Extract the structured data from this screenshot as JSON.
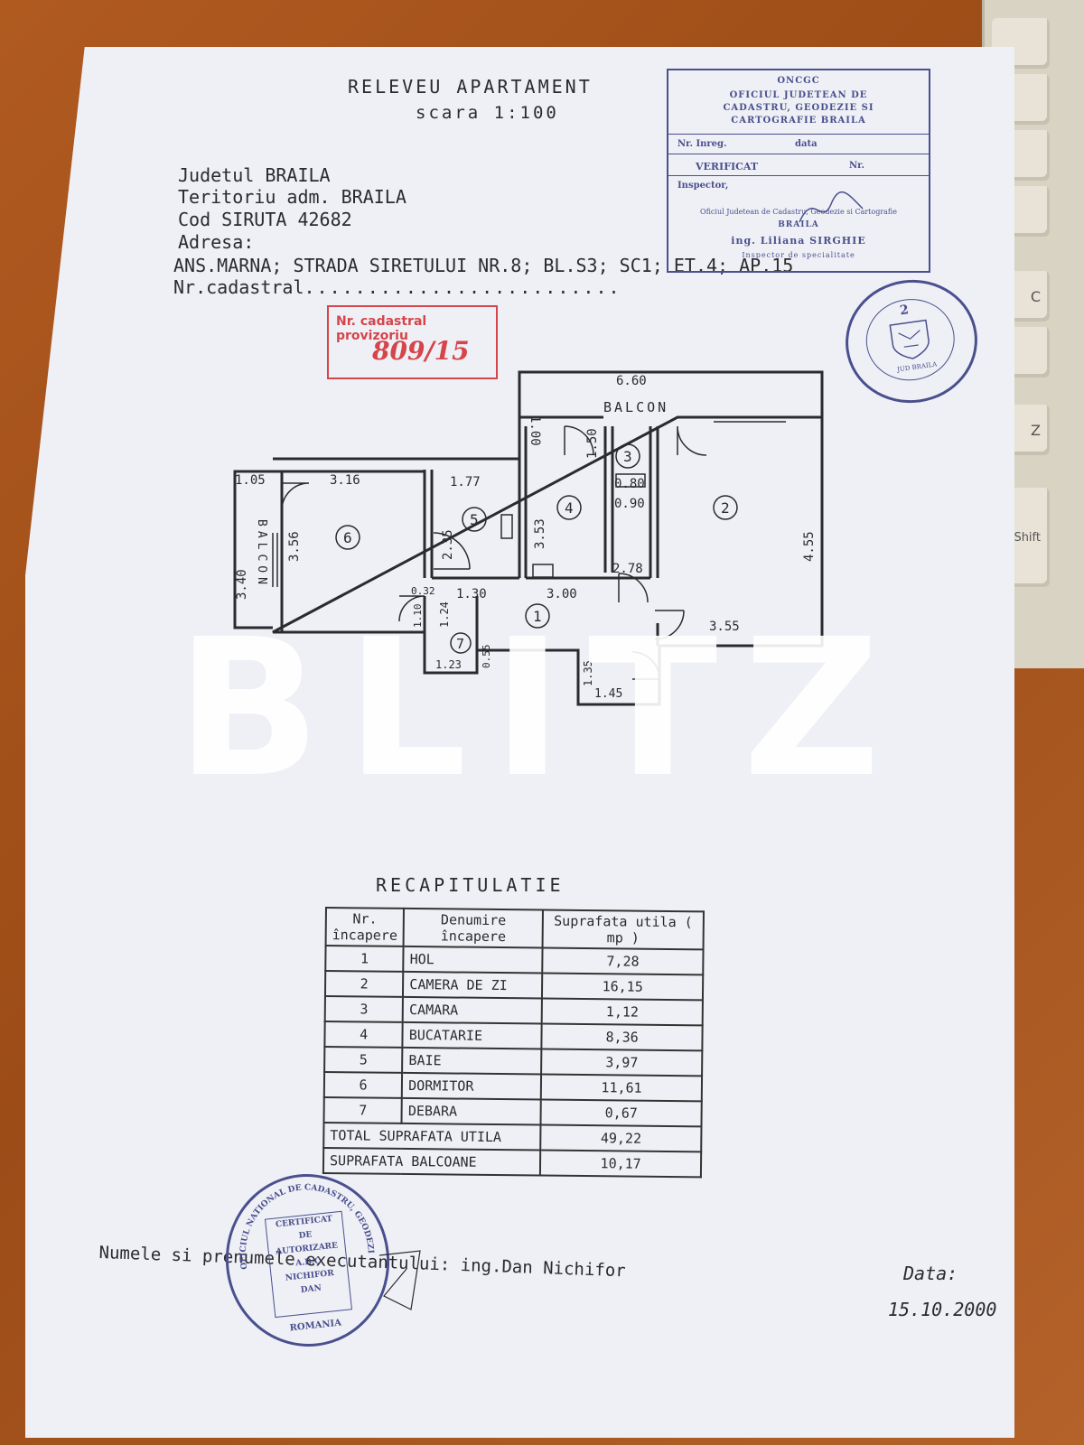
{
  "header": {
    "title": "RELEVEU APARTAMENT",
    "scale": "scara 1:100"
  },
  "location": {
    "judet": "Judetul BRAILA",
    "teritoriu": "Teritoriu adm. BRAILA",
    "siruta": "Cod SIRUTA 42682",
    "adresa_label": "Adresa:",
    "adresa": "ANS.MARNA; STRADA SIRETULUI  NR.8; BL.S3; SC1; ET.4; AP.15",
    "nr_cadastral": "Nr.cadastral"
  },
  "stamp_oncgc": {
    "l1": "ONCGC",
    "l2": "OFICIUL JUDETEAN DE",
    "l3": "CADASTRU, GEODEZIE SI",
    "l4": "CARTOGRAFIE BRAILA",
    "nr_inreg": "Nr. Inreg.",
    "data": "data",
    "verifica": "VERIFICAT",
    "nr": "Nr.",
    "inspector": "Inspector,",
    "oficiu": "Oficiul Judetean de Cadastru, Geodezie si Cartografie",
    "oras": "BRAILA",
    "nume": "ing. Liliana SIRGHIE",
    "functie": "Inspector de specialitate"
  },
  "stamp_provizoriu": {
    "label": "Nr. cadastral provizoriu",
    "value": "809/15"
  },
  "plan": {
    "balcon": "BALCON",
    "dims": {
      "d660": "6.60",
      "d100": "1.00",
      "d105": "1.05",
      "d316": "3.16",
      "d177": "1.77",
      "d150": "1.50",
      "d080": "0.80",
      "d090": "0.90",
      "d235": "2.35",
      "d353": "3.53",
      "d356": "3.56",
      "d340": "3.40",
      "d278": "2.78",
      "d455": "4.55",
      "d130": "1.30",
      "d300": "3.00",
      "d032": "0.32",
      "d110": "1.10",
      "d124": "1.24",
      "d355": "3.55",
      "d123": "1.23",
      "d055": "0.55",
      "d135": "1.35",
      "d145": "1.45"
    },
    "rooms": [
      "1",
      "2",
      "3",
      "4",
      "5",
      "6",
      "7"
    ]
  },
  "watermark": "BLITZ",
  "recap": {
    "title": "RECAPITULATIE",
    "col1": "Nr. încapere",
    "col2": "Denumire încapere",
    "col3": "Suprafata utila ( mp )",
    "rows": [
      {
        "nr": "1",
        "name": "HOL",
        "area": "7,28"
      },
      {
        "nr": "2",
        "name": "CAMERA DE ZI",
        "area": "16,15"
      },
      {
        "nr": "3",
        "name": "CAMARA",
        "area": "1,12"
      },
      {
        "nr": "4",
        "name": "BUCATARIE",
        "area": "8,36"
      },
      {
        "nr": "5",
        "name": "BAIE",
        "area": "3,97"
      },
      {
        "nr": "6",
        "name": "DORMITOR",
        "area": "11,61"
      },
      {
        "nr": "7",
        "name": "DEBARA",
        "area": "0,67"
      }
    ],
    "total_label": "TOTAL SUPRAFATA UTILA",
    "total_value": "49,22",
    "balcon_label": "SUPRAFATA BALCOANE",
    "balcon_value": "10,17"
  },
  "footer": {
    "executant": "Numele si prenumele executantului: ing.Dan  Nichifor",
    "data_label": "Data:",
    "data_value": "15.10.2000"
  },
  "stamp_executant": {
    "ring": "OFICIUL NATIONAL DE CADASTRU, GEODEZIE SI CARTOGRAFIE",
    "l1": "CERTIFICAT",
    "l2": "DE",
    "l3": "AUTORIZARE",
    "l4": "A.B.C",
    "l5": "NICHIFOR",
    "l6": "DAN",
    "bottom": "ROMANIA"
  },
  "stamp_round_top": {
    "number": "2",
    "city": "JUD BRAILA"
  },
  "keyboard": {
    "keys": [
      "C",
      "Z",
      "Shift"
    ]
  }
}
